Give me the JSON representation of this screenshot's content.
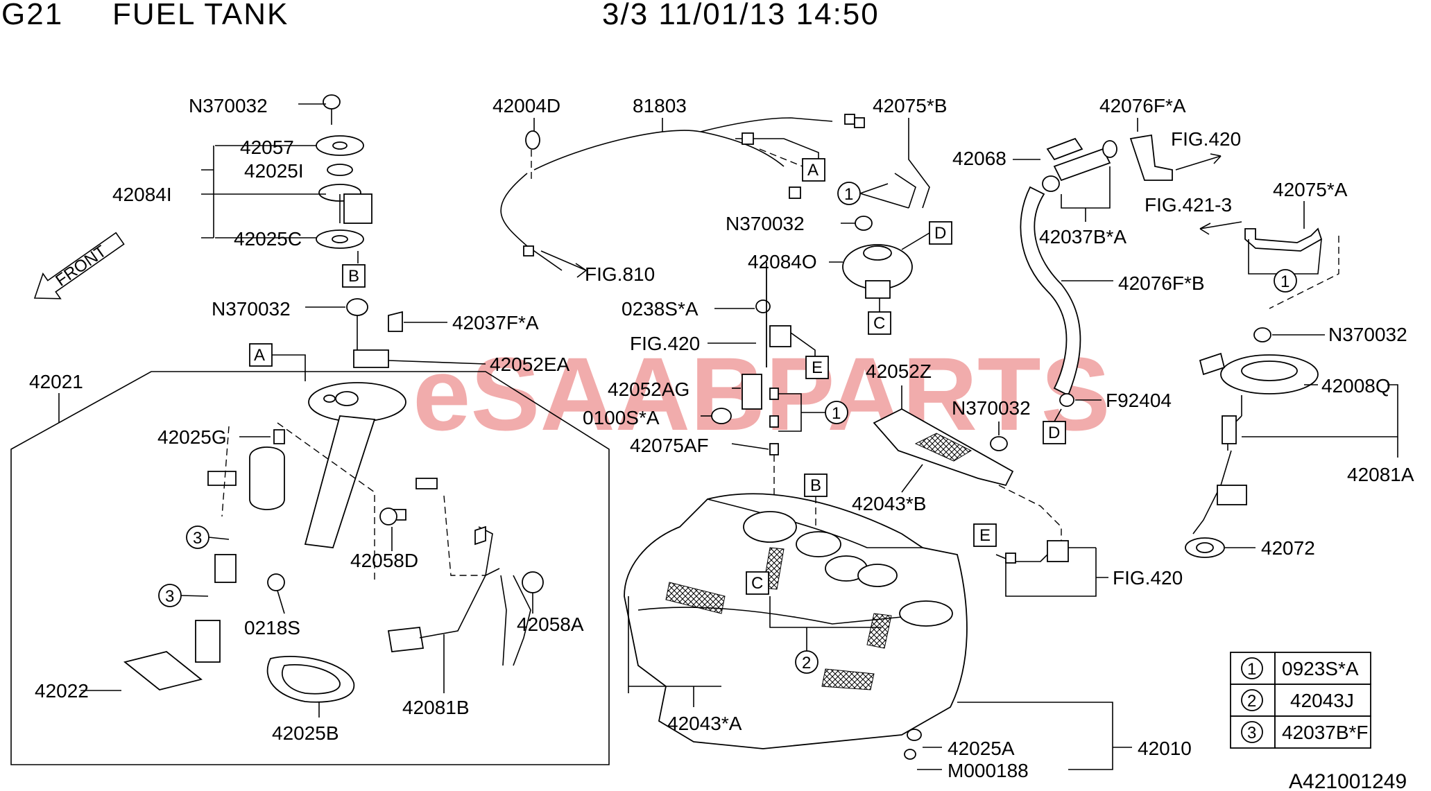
{
  "header": {
    "code": "G21",
    "title": "FUEL TANK",
    "page_info": "3/3 11/01/13 14:50"
  },
  "watermark": "eSAABPARTS",
  "front_label": "FRONT",
  "figure_id": "A421001249",
  "labels": {
    "n370032_a": "N370032",
    "p42057": "42057",
    "p42025i": "42025I",
    "p42084i": "42084I",
    "p42025c": "42025C",
    "box_b_top": "B",
    "n370032_b": "N370032",
    "p42037fa": "42037F*A",
    "box_a_left": "A",
    "p42052ea": "42052EA",
    "p42021": "42021",
    "p42025g": "42025G",
    "circ3_a": "3",
    "circ3_b": "3",
    "p42058d": "42058D",
    "p0218s": "0218S",
    "p42058a": "42058A",
    "p42022": "42022",
    "p42025b": "42025B",
    "p42081b": "42081B",
    "p42004d": "42004D",
    "p81803": "81803",
    "fig810": "FIG.810",
    "box_a_mid": "A",
    "p42075b": "42075*B",
    "circ1_top": "1",
    "n370032_c": "N370032",
    "box_d_mid": "D",
    "p42084o": "42084O",
    "box_c_mid": "C",
    "p0238sa": "0238S*A",
    "fig420_a": "FIG.420",
    "box_e_mid": "E",
    "p42052ag": "42052AG",
    "p0100sa": "0100S*A",
    "circ1_mid": "1",
    "p42075af": "42075AF",
    "p42052z": "42052Z",
    "n370032_d": "N370032",
    "p42043b": "42043*B",
    "box_b_tank": "B",
    "box_c_tank": "C",
    "circ2_tank": "2",
    "p42043a": "42043*A",
    "p42025a": "42025A",
    "m000188": "M000188",
    "p42010": "42010",
    "p42068": "42068",
    "p42076fa": "42076F*A",
    "fig420_b": "FIG.420",
    "p42037ba": "42037B*A",
    "p42076fb": "42076F*B",
    "f92404": "F92404",
    "box_d_right": "D",
    "fig4213": "FIG.421-3",
    "p42075a": "42075*A",
    "circ1_right": "1",
    "n370032_e": "N370032",
    "p42008q": "42008Q",
    "p42081a": "42081A",
    "p42072": "42072",
    "box_e_right": "E",
    "fig420_c": "FIG.420"
  },
  "legend": [
    {
      "symbol": "1",
      "part": "0923S*A"
    },
    {
      "symbol": "2",
      "part": "42043J"
    },
    {
      "symbol": "3",
      "part": "42037B*F"
    }
  ]
}
